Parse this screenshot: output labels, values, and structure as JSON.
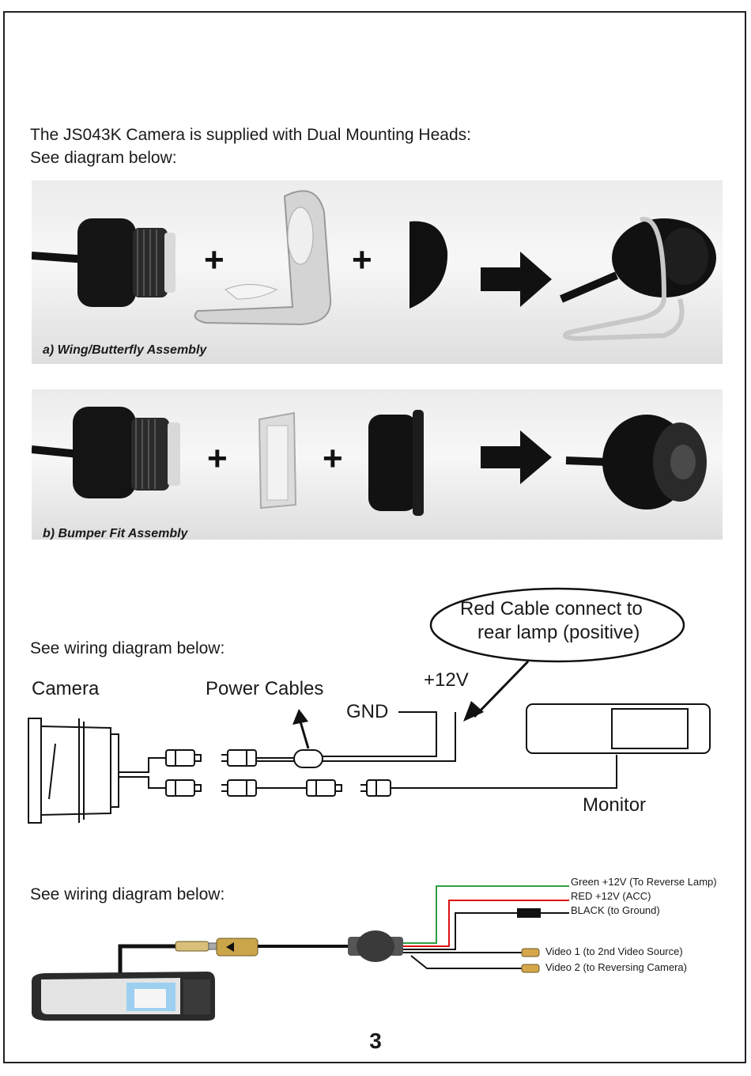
{
  "intro": {
    "line1": "The JS043K Camera is supplied with Dual Mounting Heads:",
    "line2": "See diagram below:"
  },
  "assembly_a": {
    "caption": "a) Wing/Butterfly Assembly",
    "plus": "+"
  },
  "assembly_b": {
    "caption": "b) Bumper Fit Assembly",
    "plus": "+"
  },
  "wiring1": {
    "heading": "See wiring diagram below:",
    "callout_line1": "Red Cable connect to",
    "callout_line2": "rear lamp (positive)",
    "camera": "Camera",
    "power_cables": "Power Cables",
    "plus12v": "+12V",
    "gnd": "GND",
    "monitor": "Monitor"
  },
  "wiring2": {
    "heading": "See wiring diagram below:",
    "green": "Green +12V (To Reverse Lamp)",
    "red": "RED +12V (ACC)",
    "black": "BLACK (to Ground)",
    "video1": "Video 1 (to 2nd Video Source)",
    "video2": "Video 2 (to Reversing Camera)"
  },
  "page_number": "3"
}
